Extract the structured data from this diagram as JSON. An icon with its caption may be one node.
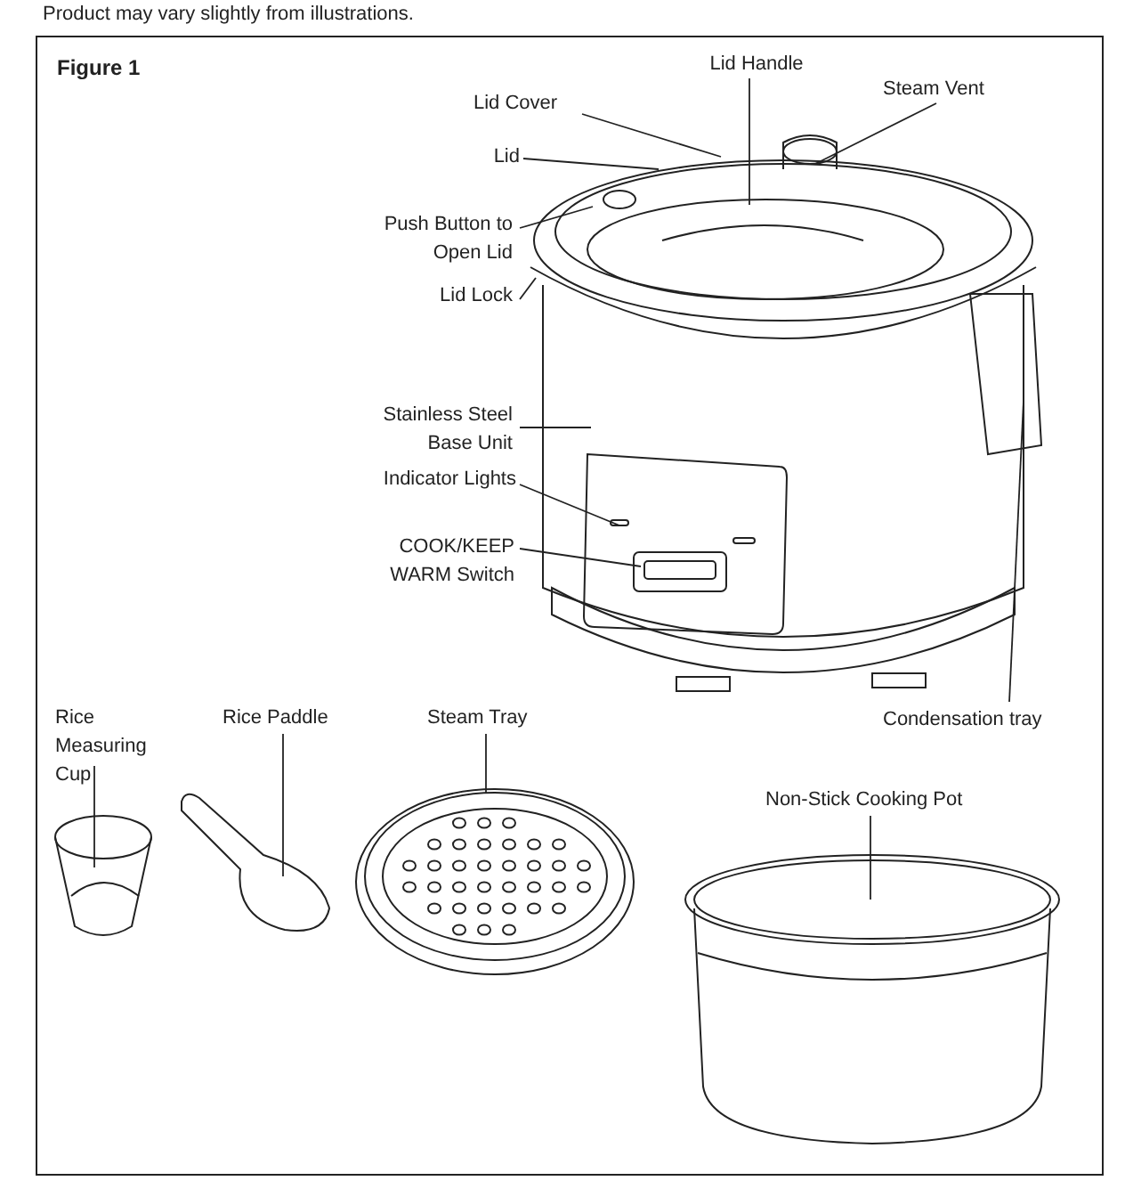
{
  "diagram": {
    "title": "Figure 1",
    "nodes": [
      {
        "text": [
          "Lid Handle"
        ]
      },
      {
        "text": [
          "Steam Vent"
        ]
      },
      {
        "text": [
          "Lid Cover"
        ]
      },
      {
        "text": [
          "Lid"
        ]
      },
      {
        "text": [
          "Push Button to Open Lid"
        ]
      },
      {
        "text": [
          "Lid Lock"
        ]
      },
      {
        "text": [
          "Stainless Steel Base Unit"
        ]
      },
      {
        "text": [
          "Indicator Lights"
        ]
      },
      {
        "text": [
          "COOK/KEEP WARM Switch"
        ]
      },
      {
        "text": [
          "Condensation tray"
        ]
      },
      {
        "text": [
          "Rice Measuring Cup"
        ]
      },
      {
        "text": [
          "Rice Paddle"
        ]
      },
      {
        "text": [
          "Steam Tray"
        ]
      },
      {
        "text": [
          "Non-Stick Cooking Pot"
        ]
      },
      {
        "text": [],
        "shape": "picture"
      },
      {
        "text": [],
        "shape": "picture"
      },
      {
        "text": [],
        "shape": "picture"
      },
      {
        "text": [],
        "shape": "picture"
      }
    ],
    "edges": [
      {
        "from": 0,
        "to": null,
        "arrow": "none"
      },
      {
        "from": 1,
        "to": null,
        "arrow": "none"
      },
      {
        "from": 2,
        "to": null,
        "arrow": "none"
      },
      {
        "from": 3,
        "to": null,
        "arrow": "none"
      },
      {
        "from": 4,
        "to": null,
        "arrow": "none"
      },
      {
        "from": 5,
        "to": null,
        "arrow": "none"
      },
      {
        "from": 6,
        "to": null,
        "arrow": "none"
      },
      {
        "from": 7,
        "to": null,
        "arrow": "none"
      },
      {
        "from": 8,
        "to": null,
        "arrow": "none"
      },
      {
        "from": 9,
        "to": null,
        "arrow": "none"
      },
      {
        "from": 10,
        "to": 14,
        "arrow": "none"
      },
      {
        "from": 11,
        "to": 15,
        "arrow": "none"
      },
      {
        "from": 12,
        "to": 16,
        "arrow": "none"
      },
      {
        "from": 13,
        "to": 17,
        "arrow": "none"
      }
    ],
    "labels": [
      "Product may vary slightly from illustrations."
    ]
  }
}
